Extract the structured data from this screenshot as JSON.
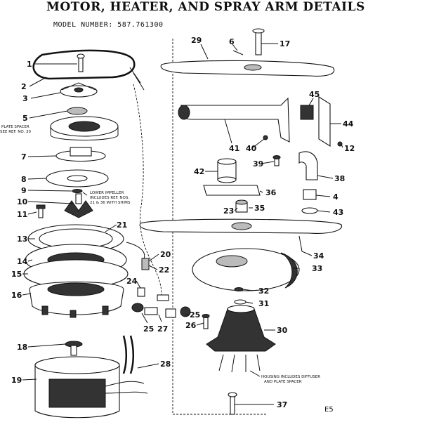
{
  "title": "MOTOR, HEATER, AND SPRAY ARM DETAILS",
  "model_line": "MODEL NUMBER:    587.761300",
  "page_code": "E5",
  "notes": {
    "plate_spacer": [
      "PLATE SPACER",
      "SEE REF. NO. 30"
    ],
    "lower_impeller": [
      "LOWER IMPELLER",
      "INCLUDES REF. NOS.",
      "21 & 36 WITH SHIMS"
    ],
    "housing": [
      "HOUSING INCLUDES DIFFUSER",
      "AND PLATE SPACER"
    ]
  },
  "callouts": [
    "1",
    "2",
    "3",
    "5",
    "7",
    "8",
    "9",
    "10",
    "11",
    "13",
    "14",
    "15",
    "16",
    "18",
    "19",
    "20",
    "21",
    "22",
    "24",
    "25",
    "25",
    "26",
    "27",
    "28",
    "29",
    "6",
    "17",
    "45",
    "44",
    "41",
    "40",
    "12",
    "39",
    "42",
    "38",
    "36",
    "4",
    "23",
    "35",
    "43",
    "34",
    "33",
    "32",
    "31",
    "30",
    "37"
  ]
}
